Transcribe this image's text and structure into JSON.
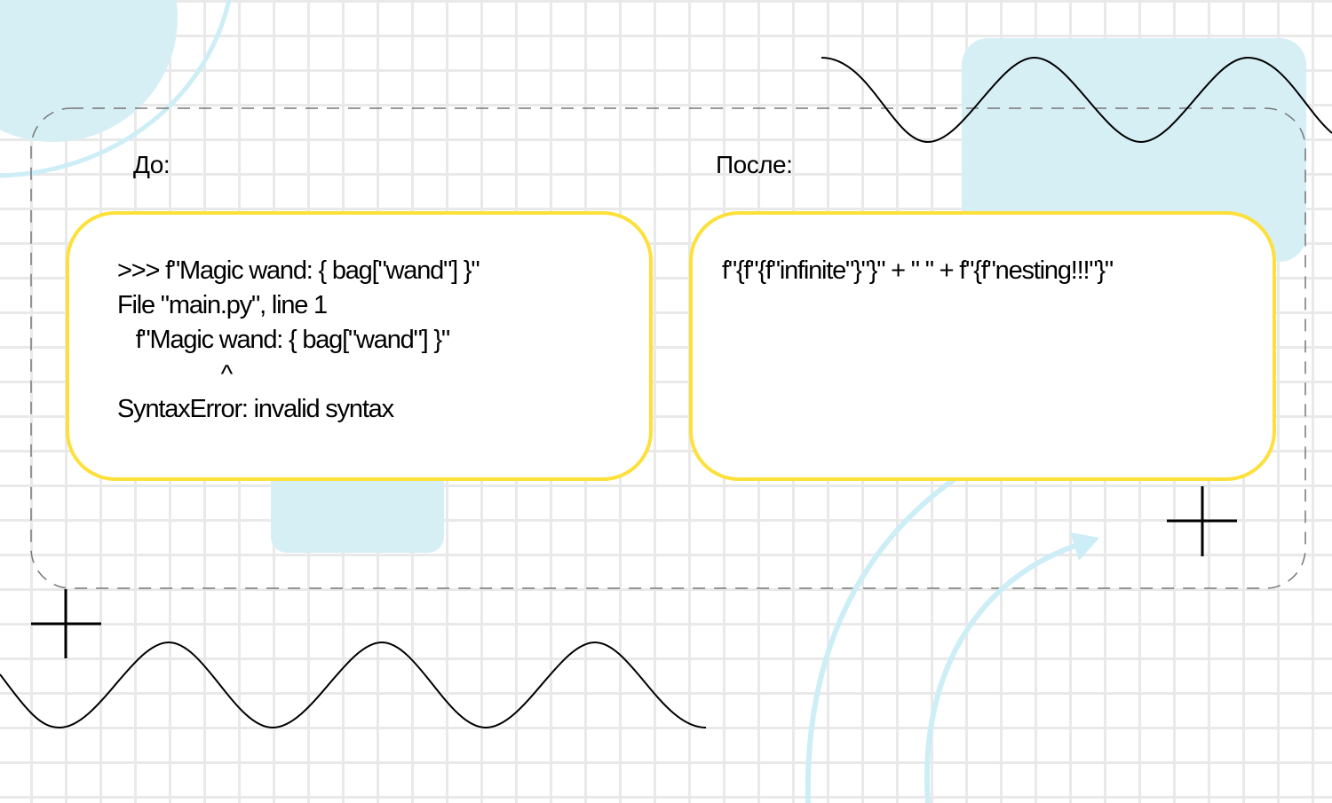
{
  "before": {
    "title": "До:",
    "lines": [
      ">>> f\"Magic wand: { bag[\"wand\"] }\"",
      "File \"main.py\", line 1",
      "   f\"Magic wand: { bag[\"wand\"] }\"",
      "                 ^",
      "SyntaxError: invalid syntax"
    ]
  },
  "after": {
    "title": "После:",
    "lines": [
      "f\"{f\"{f\"infinite\"}\"}\" + \" \" + f\"{f\"nesting!!!\"}\""
    ]
  },
  "colors": {
    "card_border": "#fde03a",
    "accent_blue": "#d6eff5"
  }
}
